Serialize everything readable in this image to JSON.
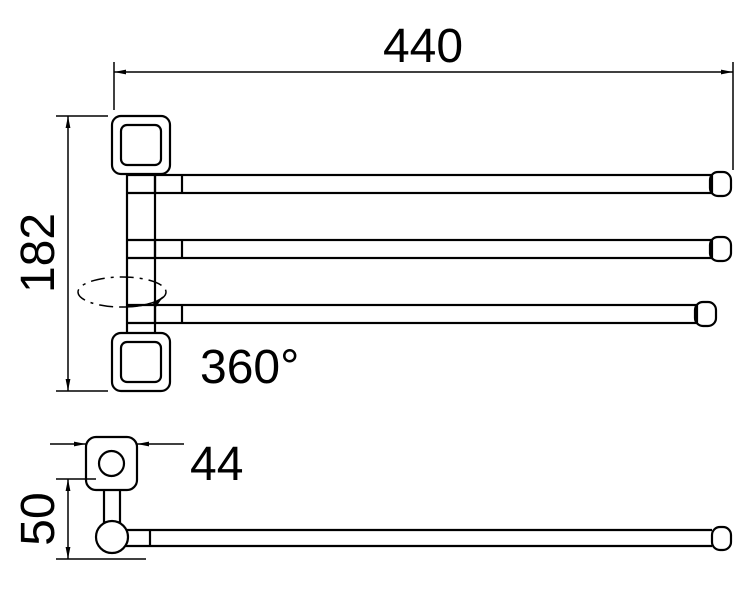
{
  "drawing": {
    "dimensions": {
      "overall_width": "440",
      "overall_height": "182",
      "swivel_range": "360°",
      "plate_width": "44",
      "bar_drop": "50"
    },
    "colors": {
      "line": "#000000",
      "background": "#ffffff"
    }
  }
}
